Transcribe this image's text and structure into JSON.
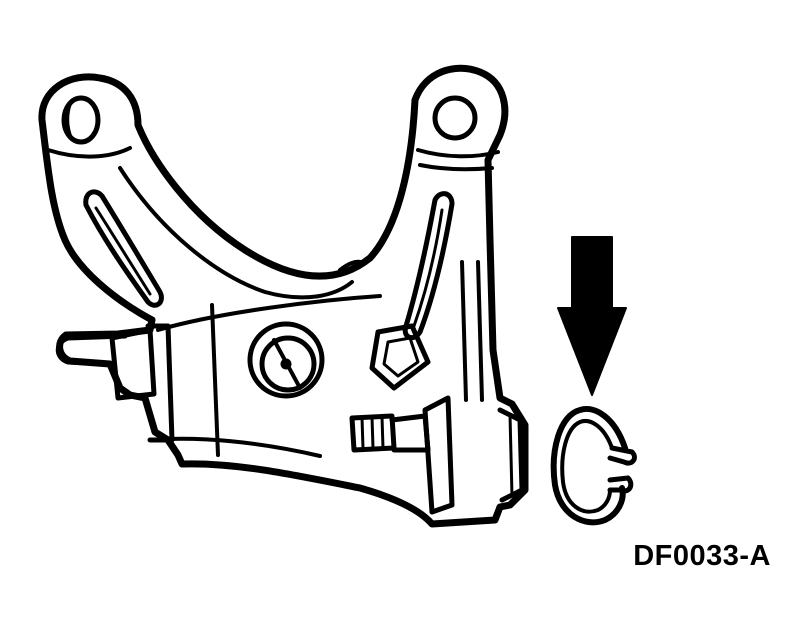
{
  "figure": {
    "label": "DF0033-A",
    "line_color": "#000000",
    "background_color": "#ffffff"
  },
  "parts": [
    {
      "id": "differential-carrier-housing"
    },
    {
      "id": "axle-shaft-stub-left"
    },
    {
      "id": "axle-shaft-stub-right"
    },
    {
      "id": "retaining-snap-ring"
    },
    {
      "id": "direction-arrow",
      "direction": "down"
    }
  ]
}
